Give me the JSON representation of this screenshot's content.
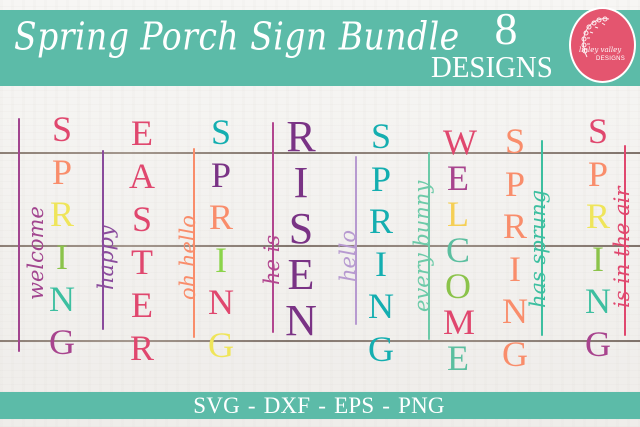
{
  "header": {
    "title": "Spring Porch Sign Bundle",
    "count": "8",
    "count_label": "DESIGNS",
    "band_color": "#5cbba8"
  },
  "logo": {
    "script_text": "linley valley",
    "word_text": "DESIGNS",
    "background": "#e4556f"
  },
  "footer": {
    "formats": [
      "SVG",
      "DXF",
      "EPS",
      "PNG"
    ],
    "separator": "-"
  },
  "colors": {
    "pink": "#e0476e",
    "coral": "#f98d6b",
    "yellow": "#efe55a",
    "green": "#8bc34a",
    "teal": "#3dbfa0",
    "cyan": "#14aeb0",
    "plum": "#a8448e",
    "purple": "#7a3385",
    "lavender": "#b79ad0",
    "mint": "#6ccaa8",
    "gold": "#f5cf55"
  },
  "signs": [
    {
      "id": "welcome-spring",
      "script": "welcome",
      "script_color": "#a2458f",
      "word": "SPRING",
      "letters": [
        {
          "ch": "S",
          "color": "#e0476e"
        },
        {
          "ch": "P",
          "color": "#f98d6b"
        },
        {
          "ch": "R",
          "color": "#efe55a"
        },
        {
          "ch": "I",
          "color": "#8bc34a"
        },
        {
          "ch": "N",
          "color": "#3dbfa0"
        },
        {
          "ch": "G",
          "color": "#a8448e"
        }
      ]
    },
    {
      "id": "happy-easter",
      "script": "happy",
      "script_color": "#8a4b9c",
      "word": "EASTER",
      "letters": [
        {
          "ch": "E",
          "color": "#e0476e"
        },
        {
          "ch": "A",
          "color": "#e0476e"
        },
        {
          "ch": "S",
          "color": "#e0476e"
        },
        {
          "ch": "T",
          "color": "#e0476e"
        },
        {
          "ch": "E",
          "color": "#e0476e"
        },
        {
          "ch": "R",
          "color": "#e0476e"
        }
      ]
    },
    {
      "id": "oh-hello-spring",
      "script": "oh hello",
      "script_color": "#f98d6b",
      "word": "SPRING",
      "letters": [
        {
          "ch": "S",
          "color": "#14aeb0"
        },
        {
          "ch": "P",
          "color": "#7a3385"
        },
        {
          "ch": "R",
          "color": "#f98d6b"
        },
        {
          "ch": "I",
          "color": "#8bd44a"
        },
        {
          "ch": "N",
          "color": "#e0476e"
        },
        {
          "ch": "G",
          "color": "#efe55a"
        }
      ]
    },
    {
      "id": "he-is-risen",
      "script": "he is",
      "script_color": "#b2468f",
      "word": "RISEN",
      "letters": [
        {
          "ch": "R",
          "color": "#7a3385"
        },
        {
          "ch": "I",
          "color": "#7a3385"
        },
        {
          "ch": "S",
          "color": "#7a3385"
        },
        {
          "ch": "E",
          "color": "#7a3385"
        },
        {
          "ch": "N",
          "color": "#7a3385"
        }
      ]
    },
    {
      "id": "hello-spring",
      "script": "hello",
      "script_color": "#b79ad0",
      "word": "SPRING",
      "letters": [
        {
          "ch": "S",
          "color": "#14aeb0"
        },
        {
          "ch": "P",
          "color": "#14aeb0"
        },
        {
          "ch": "R",
          "color": "#14aeb0"
        },
        {
          "ch": "I",
          "color": "#14aeb0"
        },
        {
          "ch": "N",
          "color": "#14aeb0"
        },
        {
          "ch": "G",
          "color": "#14aeb0"
        }
      ]
    },
    {
      "id": "every-bunny-welcome",
      "script": "every bunny",
      "script_color": "#6ccaa8",
      "word": "WELCOME",
      "letters": [
        {
          "ch": "W",
          "color": "#e0476e"
        },
        {
          "ch": "E",
          "color": "#a8448e"
        },
        {
          "ch": "L",
          "color": "#f5cf55"
        },
        {
          "ch": "C",
          "color": "#5cbfa0"
        },
        {
          "ch": "O",
          "color": "#8bc34a"
        },
        {
          "ch": "M",
          "color": "#e0476e"
        },
        {
          "ch": "E",
          "color": "#5cbfa0"
        }
      ]
    },
    {
      "id": "spring-has-sprung",
      "script": "has sprung",
      "script_color": "#3dbfa0",
      "word": "SPRING",
      "letters": [
        {
          "ch": "S",
          "color": "#f98d6b"
        },
        {
          "ch": "P",
          "color": "#f98d6b"
        },
        {
          "ch": "R",
          "color": "#f98d6b"
        },
        {
          "ch": "I",
          "color": "#f98d6b"
        },
        {
          "ch": "N",
          "color": "#f98d6b"
        },
        {
          "ch": "G",
          "color": "#f98d6b"
        }
      ]
    },
    {
      "id": "spring-is-in-the-air",
      "script": "is in the air",
      "script_color": "#e0476e",
      "word": "SPRING",
      "letters": [
        {
          "ch": "S",
          "color": "#e0476e"
        },
        {
          "ch": "P",
          "color": "#f98d6b"
        },
        {
          "ch": "R",
          "color": "#efe55a"
        },
        {
          "ch": "I",
          "color": "#8bc34a"
        },
        {
          "ch": "N",
          "color": "#3dbfa0"
        },
        {
          "ch": "G",
          "color": "#a8448e"
        }
      ]
    }
  ]
}
